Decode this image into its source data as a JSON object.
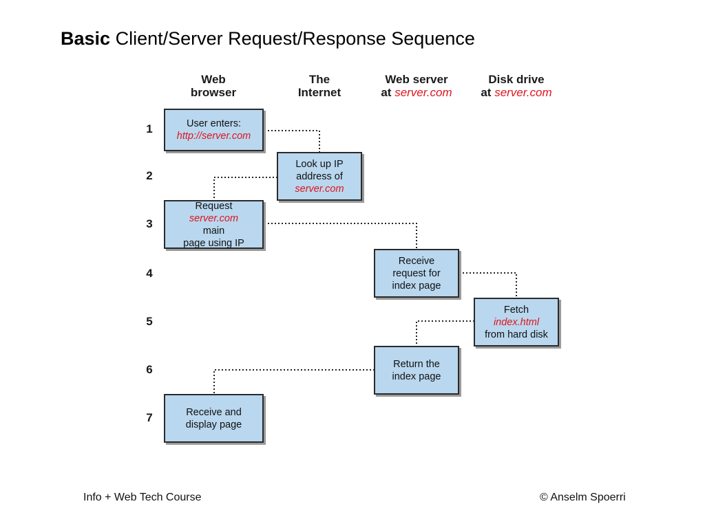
{
  "title": {
    "bold": "Basic",
    "rest": "Client/Server Request/Response Sequence"
  },
  "columns": [
    {
      "line1": "Web",
      "line2": "browser",
      "line2_red": ""
    },
    {
      "line1": "The",
      "line2": "Internet",
      "line2_red": ""
    },
    {
      "line1": "Web server",
      "line2": "at ",
      "line2_red": "server.com"
    },
    {
      "line1": "Disk drive",
      "line2": "at ",
      "line2_red": "server.com"
    }
  ],
  "steps": [
    "1",
    "2",
    "3",
    "4",
    "5",
    "6",
    "7"
  ],
  "boxes": [
    {
      "lines": [
        {
          "text": "User enters:",
          "red": false
        },
        {
          "text": "http://server.com",
          "red": true
        }
      ]
    },
    {
      "lines": [
        {
          "text": "Look up IP",
          "red": false
        },
        {
          "text": "address of",
          "red": false
        },
        {
          "text": "server.com",
          "red": true
        }
      ]
    },
    {
      "lines": [
        {
          "text": "Request",
          "red": false
        },
        {
          "text": "server.com",
          "red": true,
          "suffix": " main"
        },
        {
          "text": "page using IP",
          "red": false
        }
      ]
    },
    {
      "lines": [
        {
          "text": "Receive",
          "red": false
        },
        {
          "text": "request for",
          "red": false
        },
        {
          "text": "index page",
          "red": false
        }
      ]
    },
    {
      "lines": [
        {
          "text": "Fetch",
          "red": false
        },
        {
          "text": "index.html",
          "red": true
        },
        {
          "text": "from hard disk",
          "red": false
        }
      ]
    },
    {
      "lines": [
        {
          "text": "Return the",
          "red": false
        },
        {
          "text": "index page",
          "red": false
        }
      ]
    },
    {
      "lines": [
        {
          "text": "Receive and",
          "red": false
        },
        {
          "text": "display page",
          "red": false
        }
      ]
    }
  ],
  "footer": {
    "left": "Info + Web Tech Course",
    "right": "© Anselm Spoerri"
  },
  "colors": {
    "box_fill": "#b9d7ee",
    "accent_red": "#e0141e"
  }
}
